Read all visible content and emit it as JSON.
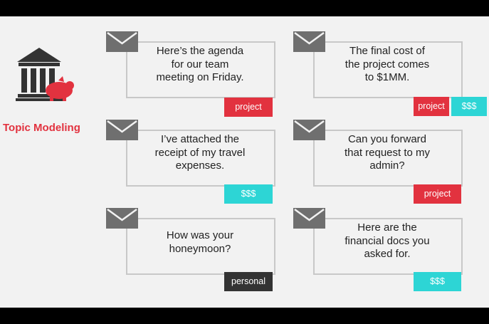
{
  "title": "Topic Modeling",
  "colors": {
    "project": "#e2323f",
    "money": "#2dd5d5",
    "personal": "#333333",
    "line": "#c8c8c8",
    "envelope": "#6f6f6f"
  },
  "emails": [
    {
      "text": "Here’s the agenda\nfor our team\nmeeting on Friday.",
      "tags": [
        "project"
      ]
    },
    {
      "text": "The final cost of\nthe project comes\nto $1MM.",
      "tags": [
        "project",
        "$$$"
      ]
    },
    {
      "text": "I’ve attached the\nreceipt of my travel\nexpenses.",
      "tags": [
        "$$$"
      ]
    },
    {
      "text": "Can you forward\nthat request to my\nadmin?",
      "tags": [
        "project"
      ]
    },
    {
      "text": "How was your\nhoneymoon?",
      "tags": [
        "personal"
      ]
    },
    {
      "text": "Here are the\nfinancial docs you\nasked for.",
      "tags": [
        "$$$"
      ]
    }
  ]
}
